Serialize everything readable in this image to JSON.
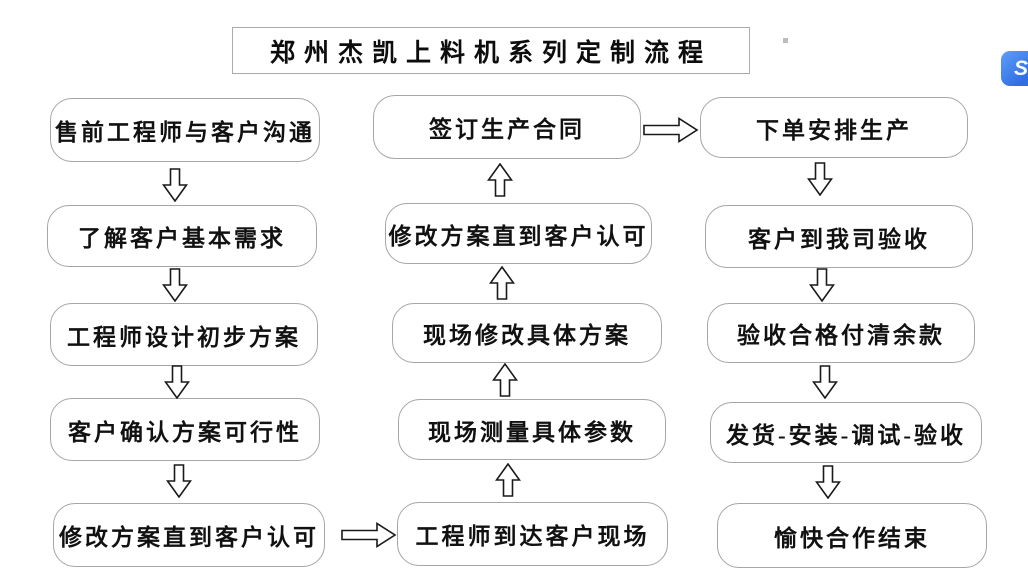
{
  "title": "郑州杰凯上料机系列定制流程",
  "flow": {
    "left_column": {
      "steps": [
        "售前工程师与客户沟通",
        "了解客户基本需求",
        "工程师设计初步方案",
        "客户确认方案可行性",
        "修改方案直到客户认可"
      ]
    },
    "middle_column": {
      "steps": [
        "签订生产合同",
        "修改方案直到客户认可",
        "现场修改具体方案",
        "现场测量具体参数",
        "工程师到达客户现场"
      ]
    },
    "right_column": {
      "steps": [
        "下单安排生产",
        "客户到我司验收",
        "验收合格付清余款",
        "发货-安装-调试-验收",
        "愉快合作结束"
      ]
    }
  },
  "icons": {
    "floating_tool_glyph": "S"
  },
  "colors": {
    "box_border": "#a6a6a6",
    "arrow_stroke": "#1a1a1a",
    "text": "#111111",
    "tool_icon_blue": "#2f6fe4"
  }
}
